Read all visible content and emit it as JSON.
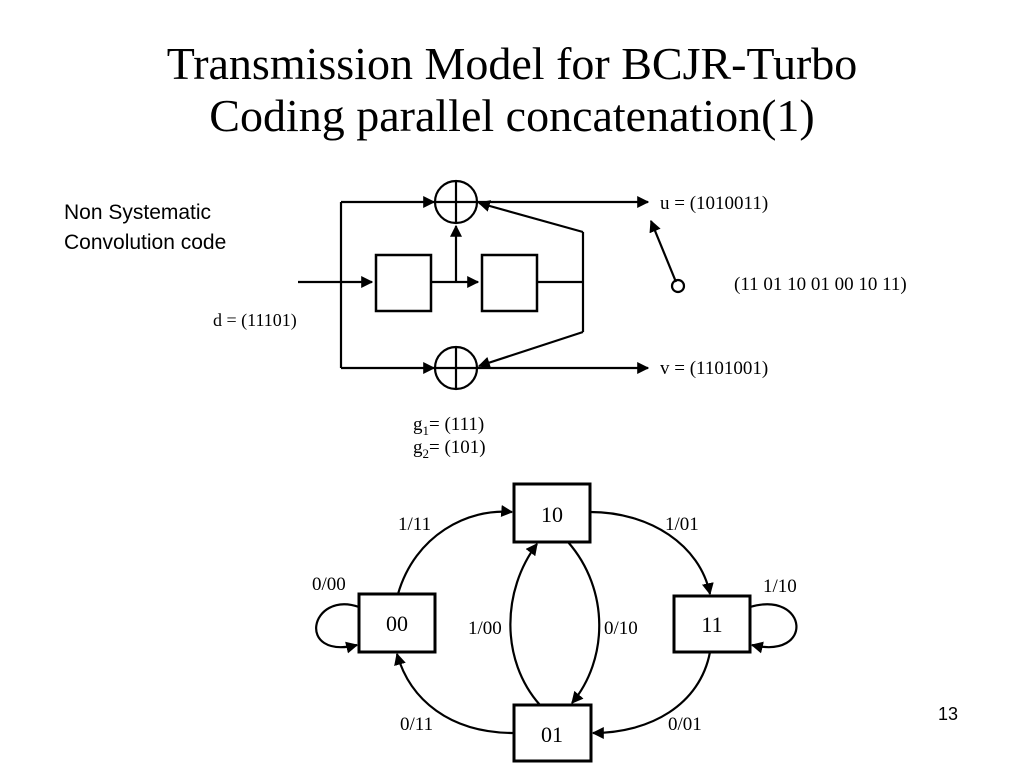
{
  "slide": {
    "title_line1": "Transmission Model for BCJR-Turbo",
    "title_line2": "Coding parallel concatenation(1)",
    "caption_line1": "Non Systematic",
    "caption_line2": "Convolution code",
    "page_number": "13"
  },
  "encoder": {
    "input_label": "d = (11101)",
    "output_u_label": "u = (1010011)",
    "output_v_label": "v = (1101001)",
    "switched_output": "(11 01 10 01 00 10 11)",
    "g1_base": "g",
    "g1_sub": "1",
    "g1_value": "= (111)",
    "g2_base": "g",
    "g2_sub": "2",
    "g2_value": "= (101)"
  },
  "state_diagram": {
    "states": {
      "s00": "00",
      "s10": "10",
      "s11": "11",
      "s01": "01"
    },
    "transitions": {
      "t00_self": "0/00",
      "t00_to_10": "1/11",
      "t10_to_11": "1/01",
      "t11_self": "1/10",
      "t10_to_01": "0/10",
      "t01_to_10": "1/00",
      "t01_to_00": "0/11",
      "t11_to_01": "0/01"
    }
  }
}
